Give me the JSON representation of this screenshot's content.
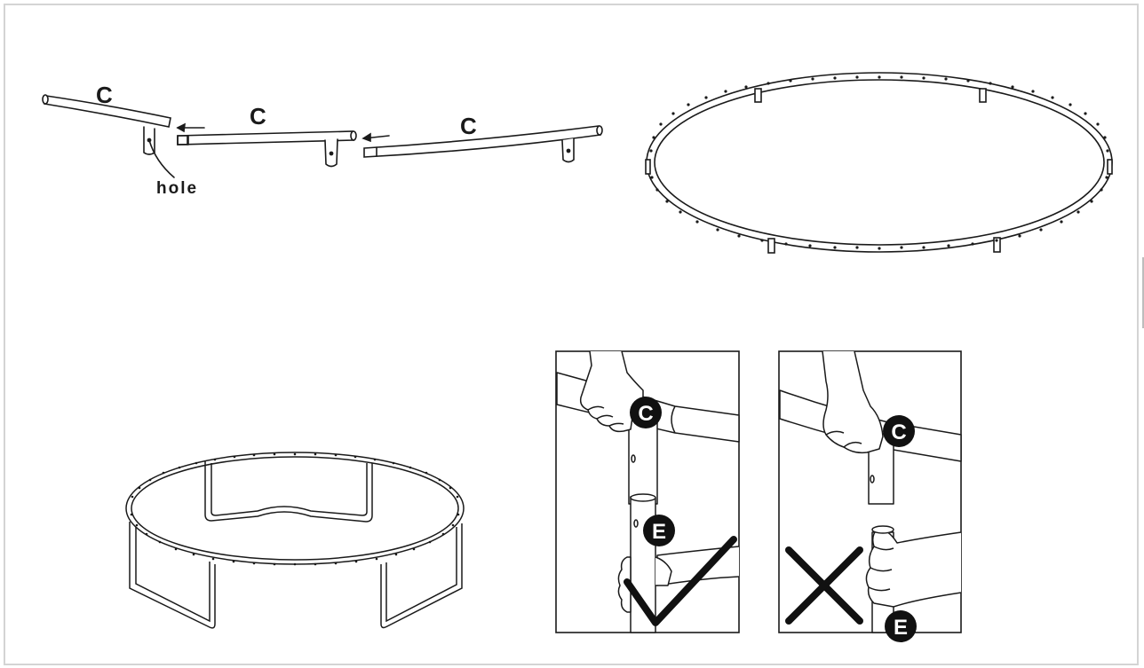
{
  "step1": {
    "tube_label_1": "C",
    "tube_label_2": "C",
    "tube_label_3": "C",
    "hole_label": "hole"
  },
  "step4": {
    "correct_panel": {
      "top_badge": "C",
      "bottom_badge": "E",
      "verdict_icon": "check-mark-icon"
    },
    "wrong_panel": {
      "top_badge": "C",
      "bottom_badge": "E",
      "verdict_icon": "cross-mark-icon"
    }
  },
  "colors": {
    "line": "#1a1a1a",
    "frame_border": "#d4d4d4",
    "badge_fill": "#111111",
    "background": "#ffffff"
  }
}
